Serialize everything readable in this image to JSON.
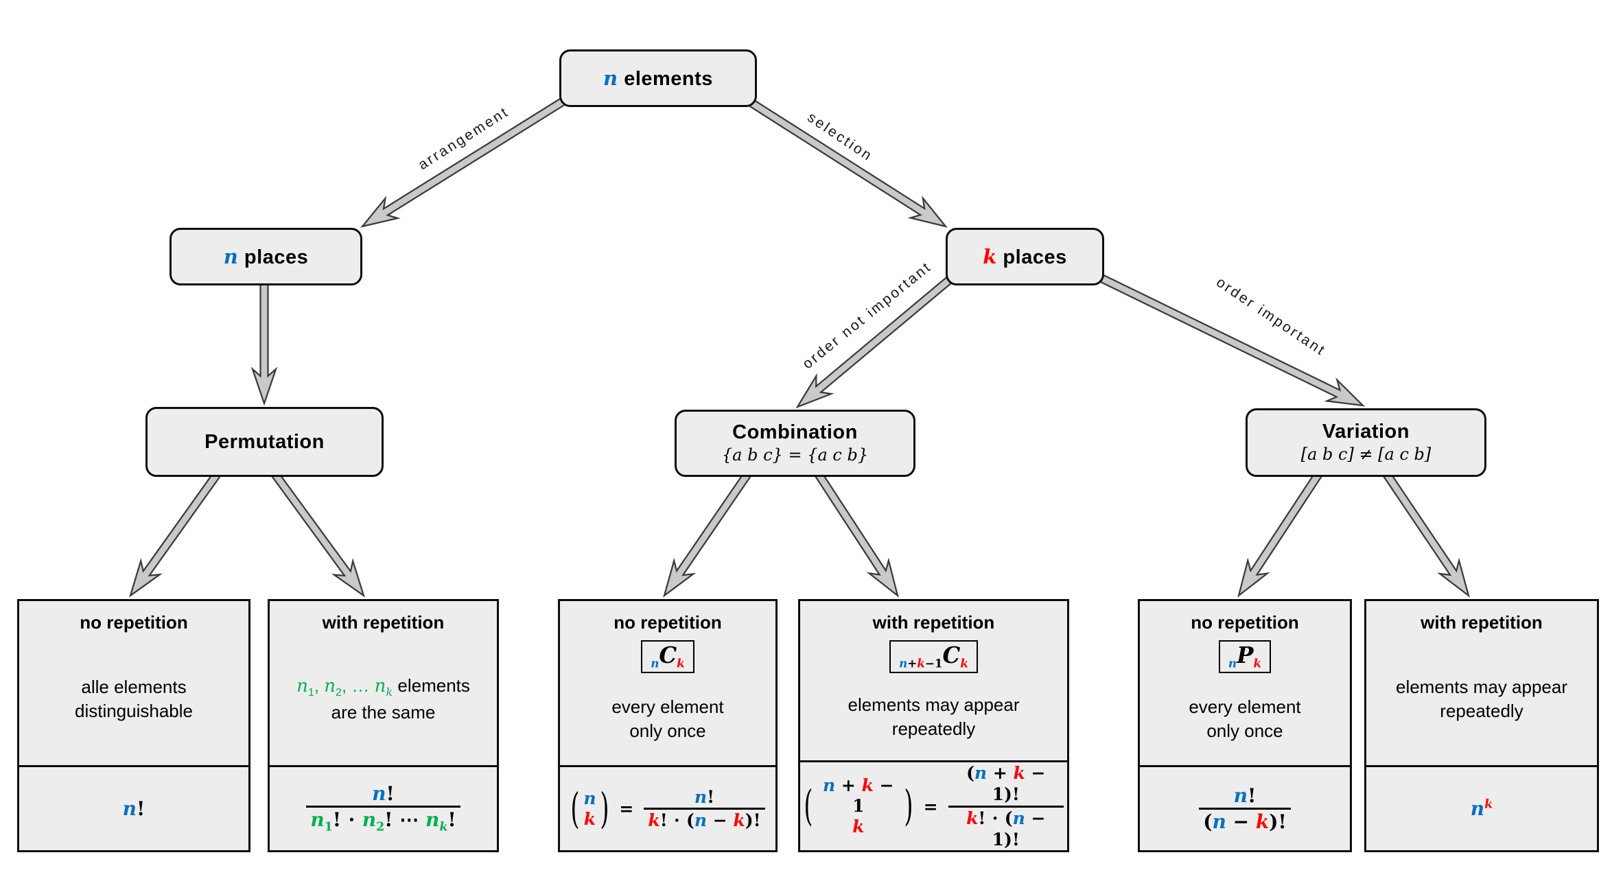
{
  "colors": {
    "blue": "#0070C0",
    "red": "#FF0000",
    "green": "#00B050",
    "black": "#000000",
    "box_fill": "#EDEDED",
    "arrow_fill": "#C9C9C9",
    "arrow_stroke": "#3A3A3A"
  },
  "nodes": {
    "root": {
      "title": [
        {
          "t": "n",
          "c": "blue",
          "v": 1
        },
        {
          "t": " elements"
        }
      ]
    },
    "n_places": {
      "title": [
        {
          "t": "n",
          "c": "blue",
          "v": 1
        },
        {
          "t": " places"
        }
      ]
    },
    "k_places": {
      "title": [
        {
          "t": "k",
          "c": "red",
          "v": 1
        },
        {
          "t": " places"
        }
      ]
    },
    "permutation": {
      "title": [
        {
          "t": "Permutation"
        }
      ]
    },
    "combination": {
      "title": [
        {
          "t": "Combination"
        }
      ],
      "subtitle": [
        {
          "t": "{a b c} = {a c b}",
          "v": 1
        }
      ]
    },
    "variation": {
      "title": [
        {
          "t": "Variation"
        }
      ],
      "subtitle": [
        {
          "t": "[a b c] ≠ [a c b]",
          "v": 1
        }
      ]
    }
  },
  "edges": {
    "arrangement": "arrangement",
    "selection": "selection",
    "order_not_important": "order not important",
    "order_important": "order important"
  },
  "leaves": [
    {
      "header": "no repetition",
      "desc1": [
        {
          "t": "alle elements"
        }
      ],
      "desc2": [
        {
          "t": "distinguishable"
        }
      ],
      "formula_main": [
        {
          "t": "n",
          "c": "blue",
          "v": 1
        },
        {
          "t": "!"
        }
      ]
    },
    {
      "header": "with repetition",
      "desc1": [
        {
          "t": "n",
          "c": "green",
          "v": 1
        },
        {
          "t": "1",
          "c": "green",
          "sub": 1
        },
        {
          "t": ", ",
          "c": "green"
        },
        {
          "t": "n",
          "c": "green",
          "v": 1
        },
        {
          "t": "2",
          "c": "green",
          "sub": 1
        },
        {
          "t": ", … ",
          "c": "green"
        },
        {
          "t": "n",
          "c": "green",
          "v": 1
        },
        {
          "t": "k",
          "c": "green",
          "v": 1,
          "sub": 1
        },
        {
          "t": " elements"
        }
      ],
      "desc2": [
        {
          "t": "are the same"
        }
      ],
      "frac_num": [
        {
          "t": "n",
          "c": "blue",
          "v": 1
        },
        {
          "t": "!"
        }
      ],
      "frac_den": [
        {
          "t": "n",
          "c": "green",
          "v": 1
        },
        {
          "t": "1",
          "c": "green",
          "sub": 1
        },
        {
          "t": "! ⋅ "
        },
        {
          "t": "n",
          "c": "green",
          "v": 1
        },
        {
          "t": "2",
          "c": "green",
          "sub": 1
        },
        {
          "t": "! ⋯ "
        },
        {
          "t": "n",
          "c": "green",
          "v": 1
        },
        {
          "t": "k",
          "c": "green",
          "v": 1,
          "sub": 1
        },
        {
          "t": "!"
        }
      ]
    },
    {
      "header": "no repetition",
      "symbol_pre": [
        {
          "t": "n",
          "c": "blue",
          "v": 1,
          "sub": 1
        }
      ],
      "symbol_main": [
        {
          "t": "C",
          "v": 1
        }
      ],
      "symbol_post": [
        {
          "t": "k",
          "c": "red",
          "v": 1,
          "sub": 1
        }
      ],
      "desc1": [
        {
          "t": "every element"
        }
      ],
      "desc2": [
        {
          "t": "only once"
        }
      ],
      "binom_top": [
        {
          "t": "n",
          "c": "blue",
          "v": 1
        }
      ],
      "binom_bot": [
        {
          "t": "k",
          "c": "red",
          "v": 1
        }
      ],
      "equals": "=",
      "frac_num": [
        {
          "t": "n",
          "c": "blue",
          "v": 1
        },
        {
          "t": "!"
        }
      ],
      "frac_den": [
        {
          "t": "k",
          "c": "red",
          "v": 1
        },
        {
          "t": "! ⋅ ("
        },
        {
          "t": "n",
          "c": "blue",
          "v": 1
        },
        {
          "t": " − "
        },
        {
          "t": "k",
          "c": "red",
          "v": 1
        },
        {
          "t": ")!"
        }
      ]
    },
    {
      "header": "with repetition",
      "symbol_pre": [
        {
          "t": "n",
          "c": "blue",
          "v": 1,
          "sub": 1
        },
        {
          "t": "+",
          "sub": 1
        },
        {
          "t": "k",
          "c": "red",
          "v": 1,
          "sub": 1
        },
        {
          "t": "−1",
          "sub": 1
        }
      ],
      "symbol_main": [
        {
          "t": "C",
          "v": 1
        }
      ],
      "symbol_post": [
        {
          "t": "k",
          "c": "red",
          "v": 1,
          "sub": 1
        }
      ],
      "desc1": [
        {
          "t": "elements may appear"
        }
      ],
      "desc2": [
        {
          "t": "repeatedly"
        }
      ],
      "binom_top": [
        {
          "t": "n",
          "c": "blue",
          "v": 1
        },
        {
          "t": " + "
        },
        {
          "t": "k",
          "c": "red",
          "v": 1
        },
        {
          "t": " − 1"
        }
      ],
      "binom_bot": [
        {
          "t": "k",
          "c": "red",
          "v": 1
        }
      ],
      "equals": "=",
      "frac_num": [
        {
          "t": "("
        },
        {
          "t": "n",
          "c": "blue",
          "v": 1
        },
        {
          "t": " + "
        },
        {
          "t": "k",
          "c": "red",
          "v": 1
        },
        {
          "t": " − 1)!"
        }
      ],
      "frac_den": [
        {
          "t": "k",
          "c": "red",
          "v": 1
        },
        {
          "t": "! ⋅ ("
        },
        {
          "t": "n",
          "c": "blue",
          "v": 1
        },
        {
          "t": " − 1)!"
        }
      ]
    },
    {
      "header": "no repetition",
      "symbol_pre": [
        {
          "t": "n",
          "c": "blue",
          "v": 1,
          "sub": 1
        }
      ],
      "symbol_main": [
        {
          "t": "P",
          "v": 1
        }
      ],
      "symbol_post": [
        {
          "t": "k",
          "c": "red",
          "v": 1,
          "sub": 1
        }
      ],
      "desc1": [
        {
          "t": "every element"
        }
      ],
      "desc2": [
        {
          "t": "only once"
        }
      ],
      "frac_num": [
        {
          "t": "n",
          "c": "blue",
          "v": 1
        },
        {
          "t": "!"
        }
      ],
      "frac_den": [
        {
          "t": "("
        },
        {
          "t": "n",
          "c": "blue",
          "v": 1
        },
        {
          "t": " − "
        },
        {
          "t": "k",
          "c": "red",
          "v": 1
        },
        {
          "t": ")!"
        }
      ]
    },
    {
      "header": "with repetition",
      "desc1": [
        {
          "t": "elements may appear"
        }
      ],
      "desc2": [
        {
          "t": "repeatedly"
        }
      ],
      "formula_main": [
        {
          "t": "n",
          "c": "blue",
          "v": 1
        },
        {
          "t": "k",
          "c": "red",
          "v": 1,
          "sup": 1
        }
      ]
    }
  ]
}
